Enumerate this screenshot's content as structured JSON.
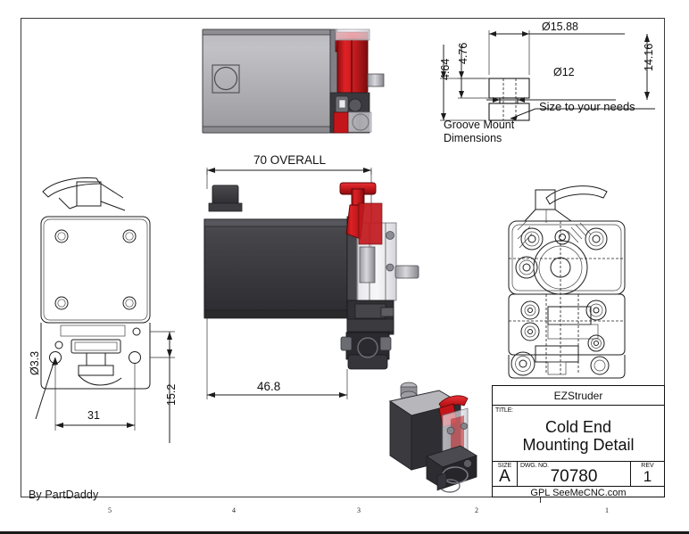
{
  "document": {
    "type": "engineering-drawing",
    "byline": "By PartDaddy",
    "zone_numbers": [
      "5",
      "4",
      "3",
      "2",
      "1"
    ]
  },
  "title_block": {
    "company": "EZStruder",
    "title_label": "TITLE:",
    "title_line1": "Cold End",
    "title_line2": "Mounting Detail",
    "size_label": "SIZE",
    "size_value": "A",
    "dwg_label": "DWG.  NO.",
    "dwg_value": "70780",
    "rev_label": "REV",
    "rev_value": "1",
    "footer": "GPL   SeeMeCNC.com"
  },
  "groove_mount": {
    "caption_line1": "Groove Mount",
    "caption_line2": "Dimensions",
    "note": "Size to your needs",
    "dim_outer_dia": "Ø15.88",
    "dim_inner_dia": "Ø12",
    "dim_left_outer": "4.64",
    "dim_left_inner": "4.76",
    "dim_right_height": "14.16"
  },
  "views": {
    "top_view": {
      "name": "top-plan-view"
    },
    "front_view": {
      "name": "front-elevation-view",
      "dim_overall": "70  OVERALL",
      "dim_lower": "46.8"
    },
    "left_view": {
      "name": "rear-motor-face-view",
      "dim_hole_dia": "Ø3.3",
      "dim_width": "31",
      "dim_height": "15.2"
    },
    "right_view": {
      "name": "side-section-wireframe-view"
    },
    "iso_view": {
      "name": "isometric-assembly-view"
    }
  },
  "colors": {
    "lever_red": "#cc1f22",
    "motor_gray": "#a9a9ad",
    "motor_dark": "#3b3b3e",
    "line": "#1c1c1c",
    "border": "#3a3a3a"
  }
}
